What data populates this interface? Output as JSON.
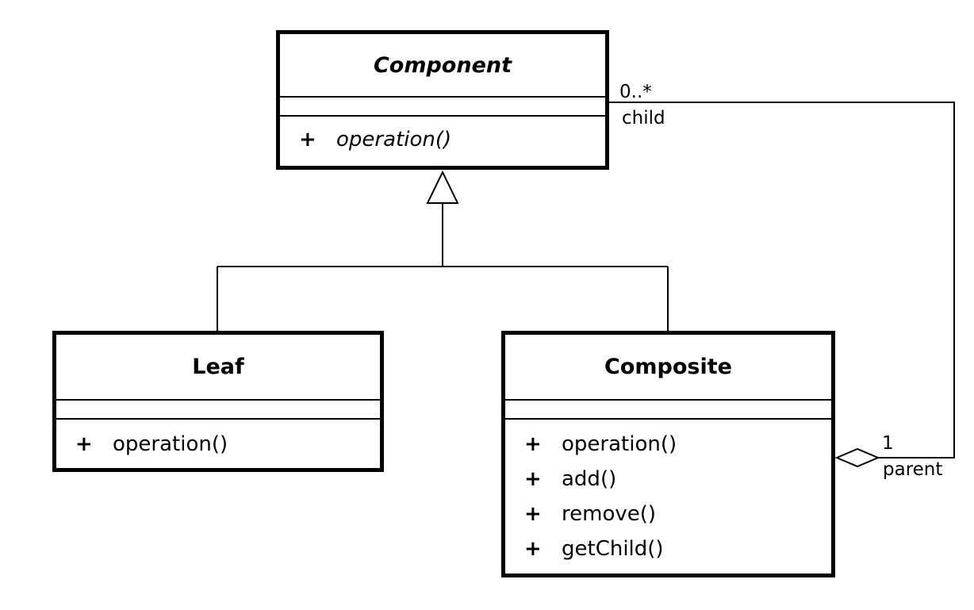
{
  "classes": {
    "component": {
      "name": "Component",
      "operations": [
        {
          "visibility": "+",
          "name": "operation()"
        }
      ]
    },
    "leaf": {
      "name": "Leaf",
      "operations": [
        {
          "visibility": "+",
          "name": "operation()"
        }
      ]
    },
    "composite": {
      "name": "Composite",
      "operations": [
        {
          "visibility": "+",
          "name": "operation()"
        },
        {
          "visibility": "+",
          "name": "add()"
        },
        {
          "visibility": "+",
          "name": "remove()"
        },
        {
          "visibility": "+",
          "name": "getChild()"
        }
      ]
    }
  },
  "association": {
    "child_multiplicity": "0..*",
    "child_role": "child",
    "parent_multiplicity": "1",
    "parent_role": "parent"
  }
}
